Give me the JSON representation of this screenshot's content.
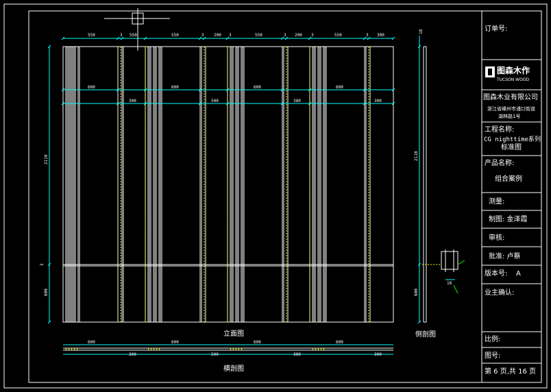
{
  "title_block": {
    "order_no_label": "订单号:",
    "logo_text": "图森木作",
    "logo_sub": "TUCSON WOOD",
    "company": "图森木业有限公司",
    "address_line1": "浙江省嵊州市浦口街道",
    "address_line2": "湖林路1号",
    "project_label": "工程名称:",
    "project_name_line1": "CG nighttime系列",
    "project_name_line2": "标准图",
    "product_label": "产品名称:",
    "product_name": "组合案例",
    "measure_label": "测量:",
    "drawn_by": "制图: 金泽霞",
    "checked_label": "审核:",
    "approved_by": "批准: 卢蔡",
    "version_label": "版本号:",
    "version_value": "A",
    "owner_confirm": "业主确认:",
    "scale_label": "比例:",
    "drawing_no_label": "图号:",
    "page_info": "第 6 页,共 16 页"
  },
  "views": {
    "elevation_label": "立面图",
    "side_section_label": "侧剖图",
    "cross_section_label": "横剖图"
  },
  "dimensions": {
    "top": [
      "550",
      "3",
      "550",
      "550",
      "3",
      "200",
      "3",
      "550",
      "3",
      "200",
      "3",
      "550",
      "3",
      "300"
    ],
    "mid_upper": [
      "600",
      "600",
      "600",
      "600"
    ],
    "mid_lower": [
      "300",
      "500",
      "380",
      "300"
    ],
    "left_upper": "2110",
    "left_mid": "3",
    "left_lower": "600",
    "side_top": "18",
    "side_upper": "2110",
    "side_lower": "600",
    "detail": "18",
    "cross_upper": [
      "600",
      "600",
      "600",
      "600"
    ],
    "cross_lower": [
      "300",
      "500",
      "380",
      "300"
    ]
  },
  "colors": {
    "line": "#ffffff",
    "dim": "#00ffff",
    "accent": "#ffff00",
    "detail": "#00ff00",
    "background": "#000000"
  }
}
